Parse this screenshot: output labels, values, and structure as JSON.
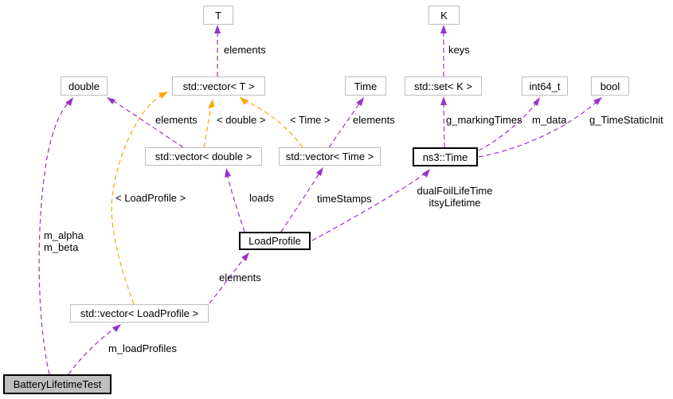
{
  "diagram": {
    "kind": "doxygen-collaboration-graph",
    "colors": {
      "usage_edge": "#9a32cd",
      "template_edge": "#ffa500",
      "plain_border": "#bebebe",
      "strong_border": "#000000",
      "current_node_fill": "#bfbfbf",
      "background": "#ffffff"
    },
    "nodes": {
      "t": {
        "label": "T"
      },
      "k": {
        "label": "K"
      },
      "double": {
        "label": "double"
      },
      "vector_t": {
        "label": "std::vector< T >"
      },
      "time": {
        "label": "Time"
      },
      "set_k": {
        "label": "std::set< K >"
      },
      "int64_t": {
        "label": "int64_t"
      },
      "bool": {
        "label": "bool"
      },
      "vector_double": {
        "label": "std::vector< double >"
      },
      "vector_time": {
        "label": "std::vector< Time >"
      },
      "ns3_time": {
        "label": "ns3::Time"
      },
      "load_profile": {
        "label": "LoadProfile"
      },
      "vector_load_profile": {
        "label": "std::vector< LoadProfile >"
      },
      "battery_lifetime_test": {
        "label": "BatteryLifetimeTest"
      }
    },
    "edge_labels": {
      "elements_t": "elements",
      "keys": "keys",
      "elements_double": "elements",
      "template_double": "< double >",
      "template_time": "< Time >",
      "elements_time": "elements",
      "g_marking_times": "g_markingTimes",
      "m_data": "m_data",
      "g_time_static_init": "g_TimeStaticInit",
      "template_load_profile": "< LoadProfile >",
      "loads": "loads",
      "time_stamps": "timeStamps",
      "lifetimes": "dualFoilLifeTime\nitsyLifetime",
      "alpha_beta": "m_alpha\nm_beta",
      "elements_load_profile": "elements",
      "m_load_profiles": "m_loadProfiles"
    },
    "edges": [
      {
        "from": "std::vector< T >",
        "to": "T",
        "label": "elements",
        "type": "usage"
      },
      {
        "from": "std::set< K >",
        "to": "K",
        "label": "keys",
        "type": "usage"
      },
      {
        "from": "BatteryLifetimeTest",
        "to": "double",
        "label": "m_alpha\nm_beta",
        "type": "usage"
      },
      {
        "from": "std::vector< double >",
        "to": "double",
        "label": "elements",
        "type": "usage"
      },
      {
        "from": "std::vector< double >",
        "to": "std::vector< T >",
        "label": "< double >",
        "type": "template"
      },
      {
        "from": "std::vector< Time >",
        "to": "std::vector< T >",
        "label": "< Time >",
        "type": "template"
      },
      {
        "from": "std::vector< LoadProfile >",
        "to": "std::vector< T >",
        "label": "< LoadProfile >",
        "type": "template"
      },
      {
        "from": "std::vector< Time >",
        "to": "Time",
        "label": "elements",
        "type": "usage"
      },
      {
        "from": "ns3::Time",
        "to": "std::set< K >",
        "label": "g_markingTimes",
        "type": "usage"
      },
      {
        "from": "ns3::Time",
        "to": "int64_t",
        "label": "m_data",
        "type": "usage"
      },
      {
        "from": "ns3::Time",
        "to": "bool",
        "label": "g_TimeStaticInit",
        "type": "usage"
      },
      {
        "from": "LoadProfile",
        "to": "std::vector< double >",
        "label": "loads",
        "type": "usage"
      },
      {
        "from": "LoadProfile",
        "to": "std::vector< Time >",
        "label": "timeStamps",
        "type": "usage"
      },
      {
        "from": "LoadProfile",
        "to": "ns3::Time",
        "label": "dualFoilLifeTime\nitsyLifetime",
        "type": "usage"
      },
      {
        "from": "std::vector< LoadProfile >",
        "to": "LoadProfile",
        "label": "elements",
        "type": "usage"
      },
      {
        "from": "BatteryLifetimeTest",
        "to": "std::vector< LoadProfile >",
        "label": "m_loadProfiles",
        "type": "usage"
      }
    ]
  }
}
